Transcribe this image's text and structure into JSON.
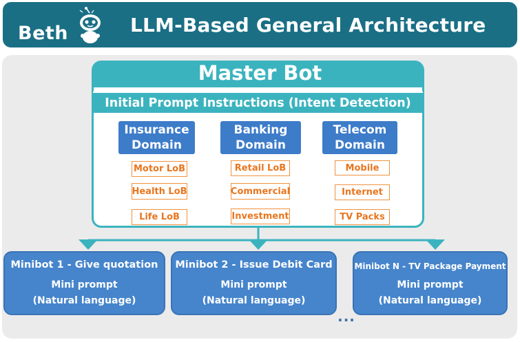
{
  "header": {
    "logo_text": "Beth",
    "title": "LLM-Based General Architecture"
  },
  "master": {
    "title": "Master Bot",
    "intent_label": "Initial Prompt Instructions (Intent Detection)"
  },
  "domains": [
    {
      "line1": "Insurance",
      "line2": "Domain",
      "lobs": [
        "Motor LoB",
        "Health LoB",
        "Life LoB"
      ]
    },
    {
      "line1": "Banking",
      "line2": "Domain",
      "lobs": [
        "Retail LoB",
        "Commercial",
        "Investment"
      ]
    },
    {
      "line1": "Telecom",
      "line2": "Domain",
      "lobs": [
        "Mobile",
        "Internet",
        "TV Packs"
      ]
    }
  ],
  "minibots": [
    {
      "title": "Minibot 1 - Give quotation",
      "line1": "Mini prompt",
      "line2": "(Natural language)"
    },
    {
      "title": "Minibot 2 - Issue Debit Card",
      "line1": "Mini prompt",
      "line2": "(Natural language)"
    },
    {
      "title": "Minibot N - TV Package Payment",
      "line1": "Mini prompt",
      "line2": "(Natural language)"
    }
  ],
  "ellipsis": "...",
  "colors": {
    "header_bg": "#1a6f85",
    "teal": "#3bb3bf",
    "domain_blue": "#3d7cc9",
    "minibot_blue": "#4685cc",
    "lob_orange": "#f0913d",
    "panel_bg": "#ebebeb"
  }
}
